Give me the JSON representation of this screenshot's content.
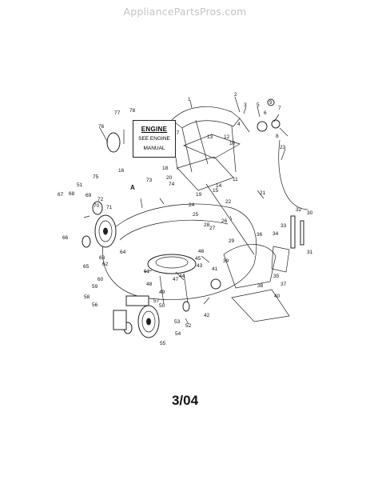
{
  "watermark": "AppliancePartsPros.com",
  "engine_box": {
    "title": "ENGINE",
    "line1": "SEE ENGINE",
    "line2": "MANUAL"
  },
  "date_code": "3/04",
  "part_labels": [
    "1",
    "2",
    "3",
    "4",
    "5",
    "6",
    "7",
    "8",
    "9",
    "10",
    "11",
    "12",
    "13",
    "14",
    "15",
    "16",
    "17",
    "18",
    "19",
    "20",
    "21",
    "22",
    "23",
    "24",
    "25",
    "26",
    "27",
    "28",
    "29",
    "30",
    "31",
    "32",
    "33",
    "34",
    "35",
    "36",
    "37",
    "38",
    "39",
    "40",
    "41",
    "42",
    "43",
    "44",
    "45",
    "46",
    "47",
    "48",
    "49",
    "50",
    "51",
    "52",
    "53",
    "54",
    "55",
    "56",
    "57",
    "58",
    "59",
    "60",
    "61",
    "62",
    "63",
    "64",
    "65",
    "66",
    "67",
    "68",
    "69",
    "70",
    "71",
    "72",
    "73",
    "74",
    "75",
    "76",
    "77",
    "78",
    "A"
  ]
}
